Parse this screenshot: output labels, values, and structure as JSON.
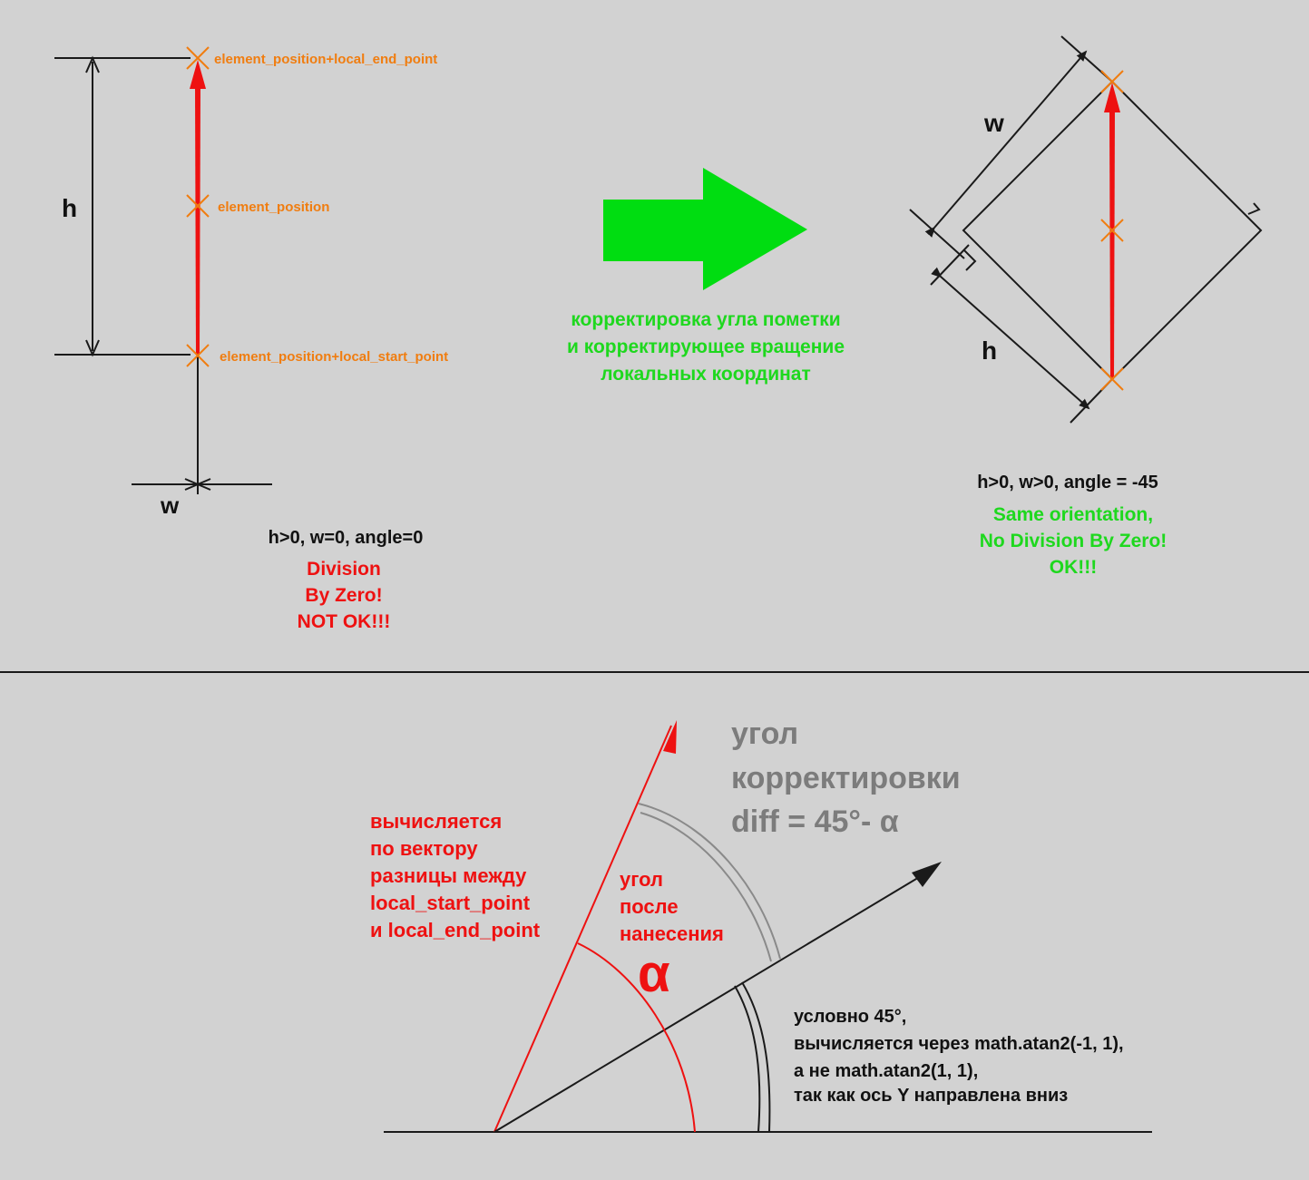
{
  "top_left": {
    "end_point_label": "element_position+local_end_point",
    "position_label": "element_position",
    "start_point_label": "element_position+local_start_point",
    "h_label": "h",
    "w_label": "w",
    "params": "h>0, w=0, angle=0",
    "status_lines": [
      "Division",
      "By Zero!",
      "NOT OK!!!"
    ]
  },
  "middle": {
    "caption_lines": [
      "корректировка угла пометки",
      "и корректирующее вращение",
      "локальных координат"
    ]
  },
  "top_right": {
    "w_label": "w",
    "h_label": "h",
    "params": "h>0, w>0, angle = -45",
    "status_lines": [
      "Same orientation,",
      "No Division By Zero!",
      "OK!!!"
    ]
  },
  "bottom": {
    "correction_lines": [
      "угол",
      "корректировки",
      "diff = 45°- α"
    ],
    "computed_lines": [
      "вычисляется",
      "по вектору",
      "разницы между",
      "local_start_point",
      "и local_end_point"
    ],
    "after_lines": [
      "угол",
      "после",
      "нанесения"
    ],
    "alpha": "α",
    "note_lines": [
      "условно 45°,",
      "вычисляется через math.atan2(-1, 1),",
      "а не math.atan2(1, 1),",
      "так как ось Y направлена вниз"
    ]
  },
  "colors": {
    "background": "#d2d2d2",
    "marker": "#f07d10",
    "vector": "#ee1111",
    "ok": "#1ed81e",
    "correction": "#7c7c7c"
  }
}
